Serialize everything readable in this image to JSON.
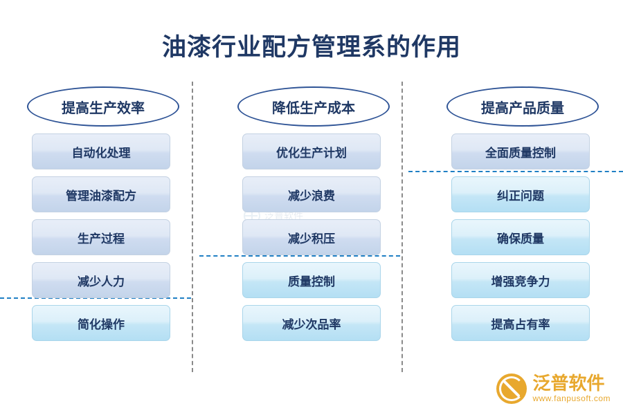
{
  "title": "油漆行业配方管理系的作用",
  "columns": [
    {
      "header": "提高生产效率",
      "items": [
        {
          "label": "自动化处理",
          "tone": "t1"
        },
        {
          "label": "管理油漆配方",
          "tone": "t1"
        },
        {
          "label": "生产过程",
          "tone": "t1"
        },
        {
          "label": "减少人力",
          "tone": "t1"
        },
        {
          "label": "简化操作",
          "tone": "t2"
        }
      ]
    },
    {
      "header": "降低生产成本",
      "items": [
        {
          "label": "优化生产计划",
          "tone": "t1"
        },
        {
          "label": "减少浪费",
          "tone": "t1"
        },
        {
          "label": "减少积压",
          "tone": "t1"
        },
        {
          "label": "质量控制",
          "tone": "t2"
        },
        {
          "label": "减少次品率",
          "tone": "t2"
        }
      ]
    },
    {
      "header": "提高产品质量",
      "items": [
        {
          "label": "全面质量控制",
          "tone": "t1"
        },
        {
          "label": "纠正问题",
          "tone": "t2"
        },
        {
          "label": "确保质量",
          "tone": "t2"
        },
        {
          "label": "增强竞争力",
          "tone": "t2"
        },
        {
          "label": "提高占有率",
          "tone": "t2"
        }
      ]
    }
  ],
  "watermark": {
    "center_text": "泛普软件",
    "logo_name": "泛普软件",
    "logo_url": "www.fanpusoft.com"
  },
  "colors": {
    "title": "#1f3864",
    "ellipse_border": "#2f5496",
    "dash_blue": "#1f7fc4",
    "dash_gray": "#8a8a8a",
    "logo_orange": "#e8a82e"
  }
}
